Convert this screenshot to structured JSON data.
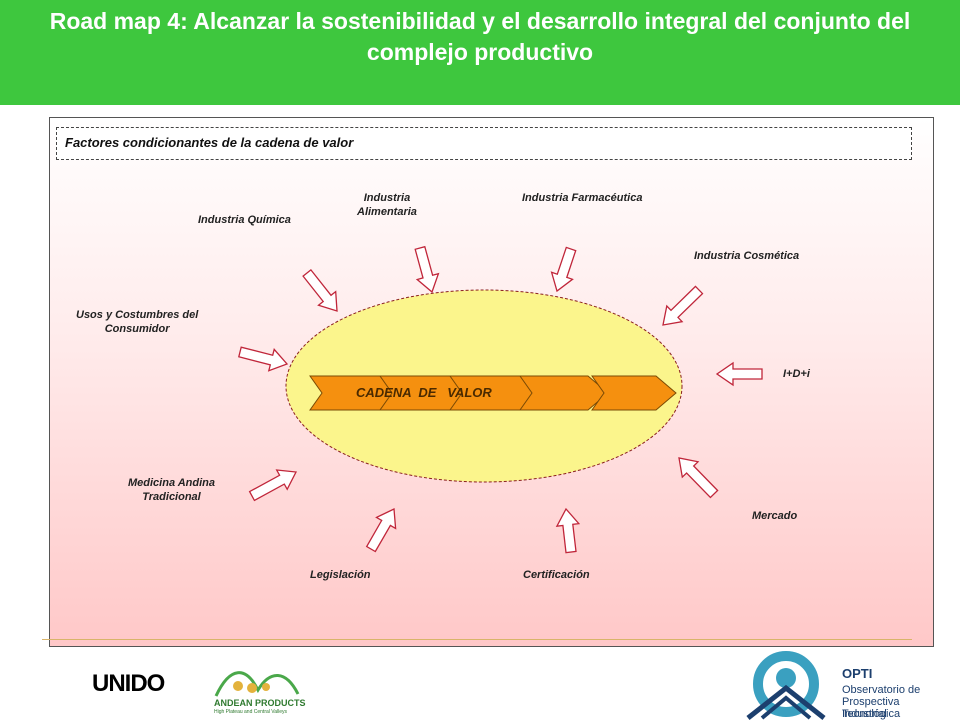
{
  "title": "Road map 4: Alcanzar la sostenibilidad y el desarrollo integral del conjunto del complejo productivo",
  "header": "Factores condicionantes de la cadena de valor",
  "center_label": "CADENA  DE   VALOR",
  "factors": {
    "quimica": "Industria Química",
    "alimentaria": "Industria\nAlimentaria",
    "farmaceutica": "Industria Farmacéutica",
    "cosmetica": "Industria Cosmética",
    "usos": "Usos y Costumbres del\nConsumidor",
    "idi": "I+D+i",
    "medicina": "Medicina Andina\nTradicional",
    "mercado": "Mercado",
    "legislacion": "Legislación",
    "certificacion": "Certificación"
  },
  "logos": {
    "unido": "UNIDO",
    "andean": "ANDEAN PRODUCTS",
    "andean_sub": "High Plateau and Central Valleys",
    "opti_title": "OPTI",
    "opti_line1": "Observatorio de",
    "opti_line2": "Prospectiva Tecnológica",
    "opti_line3": "Industrial"
  },
  "colors": {
    "title_bar": "#3ec73e",
    "ellipse_fill": "#fbf58c",
    "chevron_fill": "#f5900f",
    "arrow_fill": "#ffffff",
    "arrow_stroke": "#c0263a"
  }
}
